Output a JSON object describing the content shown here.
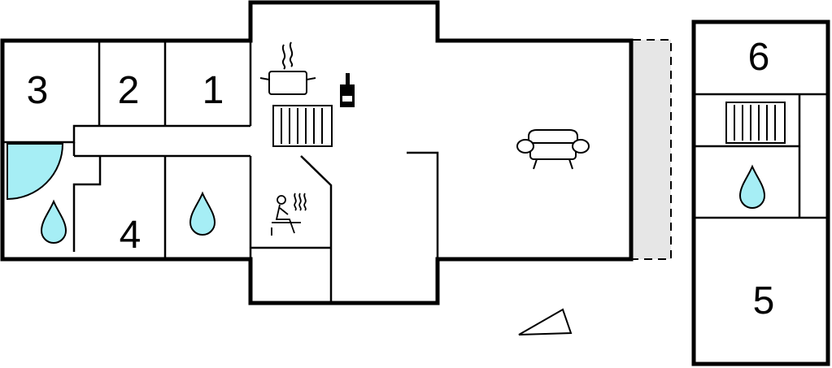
{
  "floorplan": {
    "room_labels": {
      "room_1": "1",
      "room_2": "2",
      "room_3": "3",
      "room_4": "4",
      "room_5": "5",
      "room_6": "6"
    },
    "icons": [
      "stove-icon",
      "radiator-icon",
      "wood-stove-icon",
      "sofa-icon",
      "sauna-icon",
      "water-drop-icon",
      "compass-arrow-icon"
    ],
    "colors": {
      "wall": "#000000",
      "water_drop": "#a6eef5",
      "terrace": "#e6e6e6",
      "background": "#ffffff"
    }
  }
}
